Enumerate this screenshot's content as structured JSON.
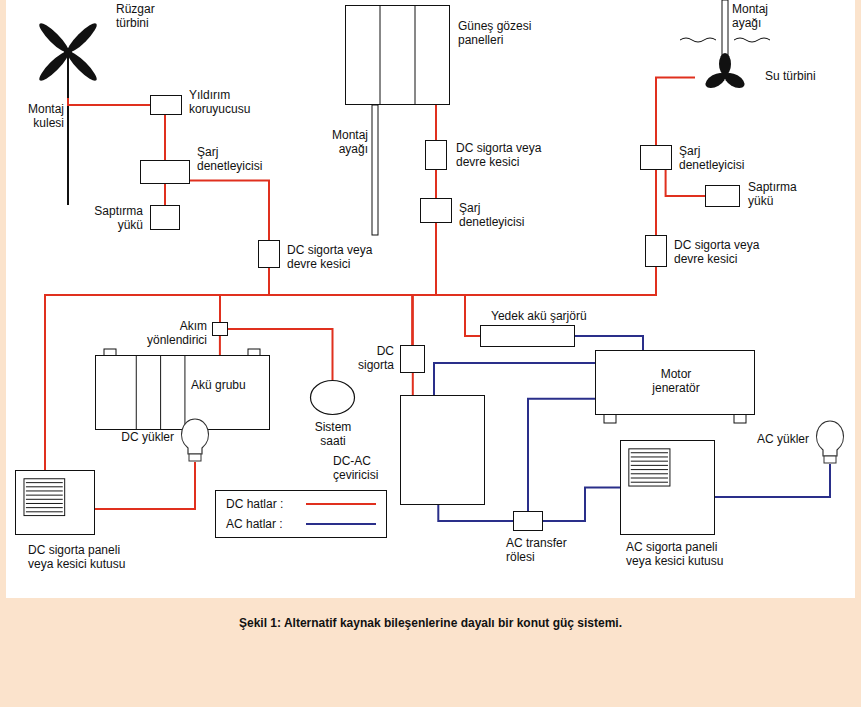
{
  "diagram": {
    "caption": "Şekil 1: Alternatif kaynak bileşenlerine dayalı bir konut güç sistemi.",
    "nodes": [
      {
        "text": [
          "Rüzgar türbini"
        ]
      },
      {
        "text": [
          "Yıldırım koruyucusu"
        ]
      },
      {
        "text": [
          "Şarj denetleyicisi"
        ]
      },
      {
        "text": [
          "Saptırma yükü"
        ]
      },
      {
        "text": [
          "DC sigorta veya devre kesici"
        ]
      },
      {
        "text": [
          "Güneş gözesi panelleri"
        ]
      },
      {
        "text": [
          "DC sigorta veya devre kesici"
        ]
      },
      {
        "text": [
          "Şarj denetleyicisi"
        ]
      },
      {
        "text": [
          "Su türbini"
        ]
      },
      {
        "text": [
          "Şarj denetleyicisi"
        ]
      },
      {
        "text": [
          "Saptırma yükü"
        ]
      },
      {
        "text": [
          "DC sigorta veya devre kesici"
        ]
      },
      {
        "text": [
          "Akım yönlendirici"
        ]
      },
      {
        "text": [
          "Akü grubu"
        ]
      },
      {
        "text": [
          "Sistem saati"
        ]
      },
      {
        "text": [
          "Yedek akü şarjörü"
        ]
      },
      {
        "text": [
          "DC sigorta"
        ]
      },
      {
        "text": [
          "Motor jeneratör"
        ]
      },
      {
        "text": [
          "DC-AC çeviricisi"
        ]
      },
      {
        "text": [
          "AC transfer rölesi"
        ]
      },
      {
        "text": [
          "DC yükler"
        ]
      },
      {
        "text": [
          "DC sigorta paneli veya kesici kutusu"
        ]
      },
      {
        "text": [
          "AC yükler"
        ]
      },
      {
        "text": [
          "AC sigorta paneli veya kesici kutusu"
        ]
      }
    ],
    "edges": [
      {
        "from": 0,
        "to": 1,
        "arrow": "none"
      },
      {
        "from": 1,
        "to": 2,
        "arrow": "none"
      },
      {
        "from": 2,
        "to": 3,
        "arrow": "none"
      },
      {
        "from": 2,
        "to": 4,
        "arrow": "none"
      },
      {
        "from": 5,
        "to": 6,
        "arrow": "none"
      },
      {
        "from": 6,
        "to": 7,
        "arrow": "none"
      },
      {
        "from": 8,
        "to": 9,
        "arrow": "none"
      },
      {
        "from": 9,
        "to": 10,
        "arrow": "none"
      },
      {
        "from": 9,
        "to": 11,
        "arrow": "none"
      },
      {
        "from": 4,
        "to": 12,
        "arrow": "none"
      },
      {
        "from": 4,
        "to": 15,
        "arrow": "none"
      },
      {
        "from": 4,
        "to": 16,
        "arrow": "none"
      },
      {
        "from": 4,
        "to": 21,
        "arrow": "none"
      },
      {
        "from": 7,
        "to": 12,
        "arrow": "none"
      },
      {
        "from": 7,
        "to": 15,
        "arrow": "none"
      },
      {
        "from": 7,
        "to": 16,
        "arrow": "none"
      },
      {
        "from": 7,
        "to": 21,
        "arrow": "none"
      },
      {
        "from": 11,
        "to": 12,
        "arrow": "none"
      },
      {
        "from": 11,
        "to": 15,
        "arrow": "none"
      },
      {
        "from": 11,
        "to": 16,
        "arrow": "none"
      },
      {
        "from": 11,
        "to": 21,
        "arrow": "none"
      },
      {
        "from": 12,
        "to": 13,
        "arrow": "none"
      },
      {
        "from": 12,
        "to": 14,
        "arrow": "none"
      },
      {
        "from": 16,
        "to": 18,
        "arrow": "none"
      },
      {
        "from": 21,
        "to": 20,
        "arrow": "none"
      },
      {
        "from": 15,
        "to": 17,
        "arrow": "none"
      },
      {
        "from": 17,
        "to": 18,
        "arrow": "none"
      },
      {
        "from": 17,
        "to": 19,
        "arrow": "none"
      },
      {
        "from": 18,
        "to": 19,
        "arrow": "none"
      },
      {
        "from": 19,
        "to": 23,
        "arrow": "none"
      },
      {
        "from": 23,
        "to": 22,
        "arrow": "none"
      }
    ],
    "labels": [
      "Montaj kulesi",
      "Montaj ayağı",
      "Montaj ayağı"
    ],
    "legend": [
      {
        "text": "DC hatlar :"
      },
      {
        "text": "AC hatlar :"
      }
    ]
  }
}
